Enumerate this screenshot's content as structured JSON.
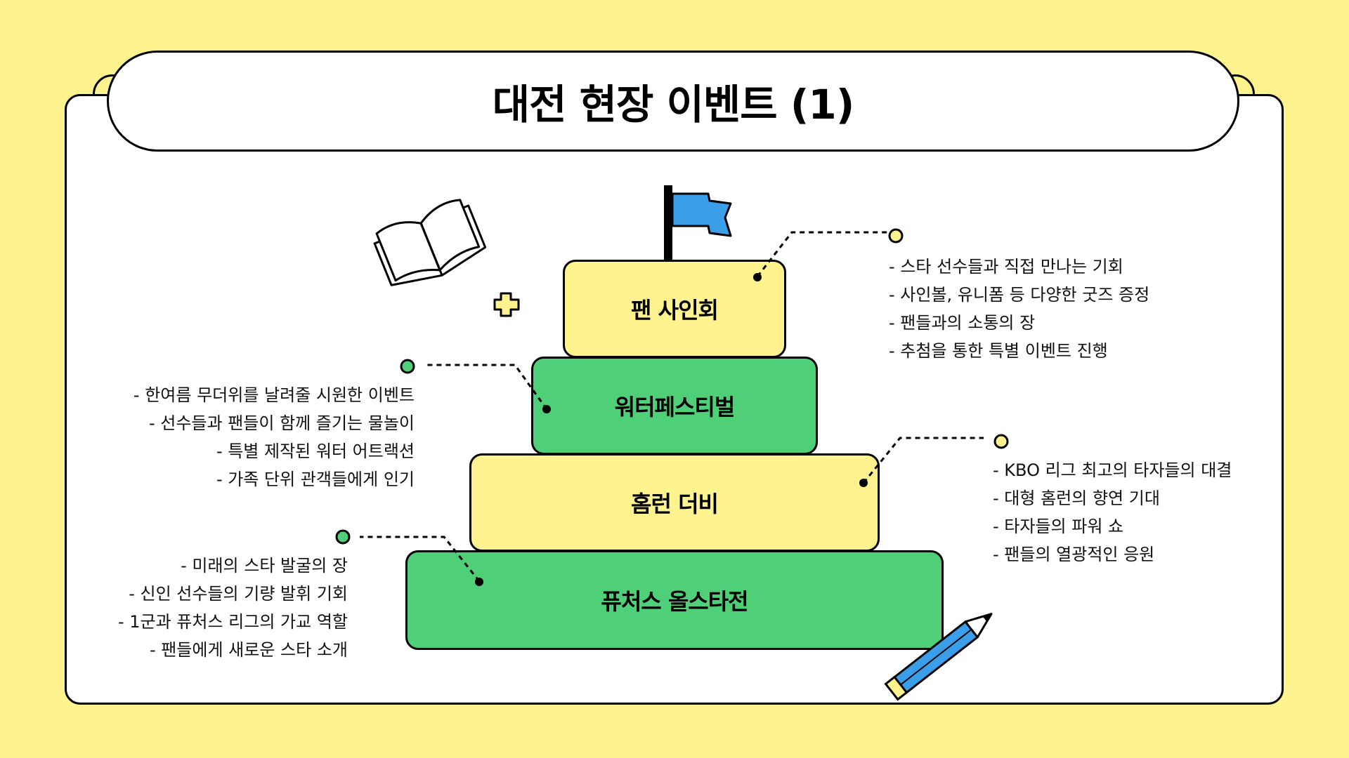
{
  "header": {
    "title": "대전 현장 이벤트 (1)"
  },
  "pyramid": [
    {
      "label": "팬 사인회",
      "color": "#fff38f"
    },
    {
      "label": "워터페스티벌",
      "color": "#4fcf78"
    },
    {
      "label": "홈런 더비",
      "color": "#fff38f"
    },
    {
      "label": "퓨처스 올스타전",
      "color": "#4fcf78"
    }
  ],
  "descriptions": {
    "fan_sign": [
      "- 스타 선수들과 직접 만나는 기회",
      "- 사인볼, 유니폼 등 다양한 굿즈 증정",
      "- 팬들과의 소통의 장",
      "- 추첨을 통한 특별 이벤트 진행"
    ],
    "water_festival": [
      "- 한여름 무더위를 날려줄 시원한 이벤트",
      "- 선수들과 팬들이 함께 즐기는 물놀이",
      "- 특별 제작된 워터 어트랙션",
      "- 가족 단위 관객들에게 인기"
    ],
    "homerun_derby": [
      "- KBO 리그 최고의 타자들의 대결",
      "- 대형 홈런의 향연 기대",
      "- 타자들의 파워 쇼",
      "- 팬들의 열광적인 응원"
    ],
    "futures_allstar": [
      "- 미래의 스타 발굴의 장",
      "- 신인 선수들의 기량 발휘 기회",
      "- 1군과 퓨처스 리그의 가교 역할",
      "- 팬들에게 새로운 스타 소개"
    ]
  },
  "colors": {
    "background": "#fff38f",
    "green": "#4fcf78",
    "yellow": "#fff38f",
    "flag": "#3a9fe8"
  },
  "icons": [
    "open-book-icon",
    "plus-icon",
    "flag-icon",
    "pencil-icon"
  ]
}
